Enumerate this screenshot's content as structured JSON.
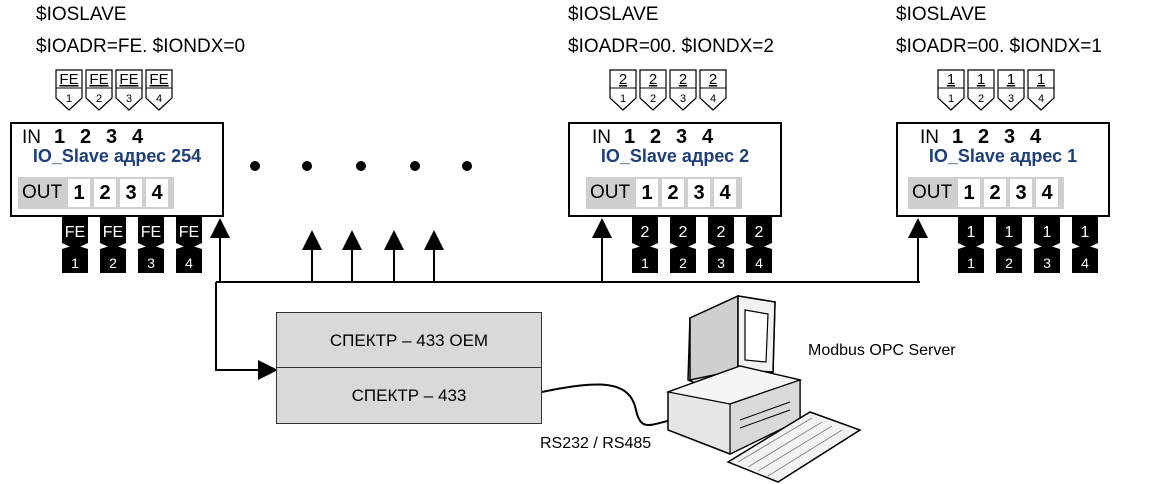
{
  "slaves": [
    {
      "header1": "$IOSLAVE",
      "header2": "$IOADR=FE. $IONDX=0",
      "in_label": "IN",
      "title": "IO_Slave адрес 254",
      "out_label": "OUT",
      "ports": [
        "1",
        "2",
        "3",
        "4"
      ],
      "in_tags": [
        {
          "top": "FE",
          "bottom": "1"
        },
        {
          "top": "FE",
          "bottom": "2"
        },
        {
          "top": "FE",
          "bottom": "3"
        },
        {
          "top": "FE",
          "bottom": "4"
        }
      ],
      "out_tags": [
        {
          "top": "FE",
          "bottom": "1"
        },
        {
          "top": "FE",
          "bottom": "2"
        },
        {
          "top": "FE",
          "bottom": "3"
        },
        {
          "top": "FE",
          "bottom": "4"
        }
      ]
    },
    {
      "header1": "$IOSLAVE",
      "header2": "$IOADR=00. $IONDX=2",
      "in_label": "IN",
      "title": "IO_Slave адрес 2",
      "out_label": "OUT",
      "ports": [
        "1",
        "2",
        "3",
        "4"
      ],
      "in_tags": [
        {
          "top": "2",
          "bottom": "1"
        },
        {
          "top": "2",
          "bottom": "2"
        },
        {
          "top": "2",
          "bottom": "3"
        },
        {
          "top": "2",
          "bottom": "4"
        }
      ],
      "out_tags": [
        {
          "top": "2",
          "bottom": "1"
        },
        {
          "top": "2",
          "bottom": "2"
        },
        {
          "top": "2",
          "bottom": "3"
        },
        {
          "top": "2",
          "bottom": "4"
        }
      ]
    },
    {
      "header1": "$IOSLAVE",
      "header2": "$IOADR=00. $IONDX=1",
      "in_label": "IN",
      "title": "IO_Slave адрес 1",
      "out_label": "OUT",
      "ports": [
        "1",
        "2",
        "3",
        "4"
      ],
      "in_tags": [
        {
          "top": "1",
          "bottom": "1"
        },
        {
          "top": "1",
          "bottom": "2"
        },
        {
          "top": "1",
          "bottom": "3"
        },
        {
          "top": "1",
          "bottom": "4"
        }
      ],
      "out_tags": [
        {
          "top": "1",
          "bottom": "1"
        },
        {
          "top": "1",
          "bottom": "2"
        },
        {
          "top": "1",
          "bottom": "3"
        },
        {
          "top": "1",
          "bottom": "4"
        }
      ]
    }
  ],
  "devices": {
    "top": "СПЕКТР – 433 OEM",
    "bottom": "СПЕКТР – 433"
  },
  "computer_label": "Modbus OPC Server",
  "interface_label": "RS232 / RS485",
  "icons": {
    "computer": "computer-icon",
    "keyboard": "keyboard-icon"
  },
  "colors": {
    "title": "#1f3f7a",
    "device_fill": "#d9d9d9",
    "out_panel": "#cfcfcf"
  }
}
